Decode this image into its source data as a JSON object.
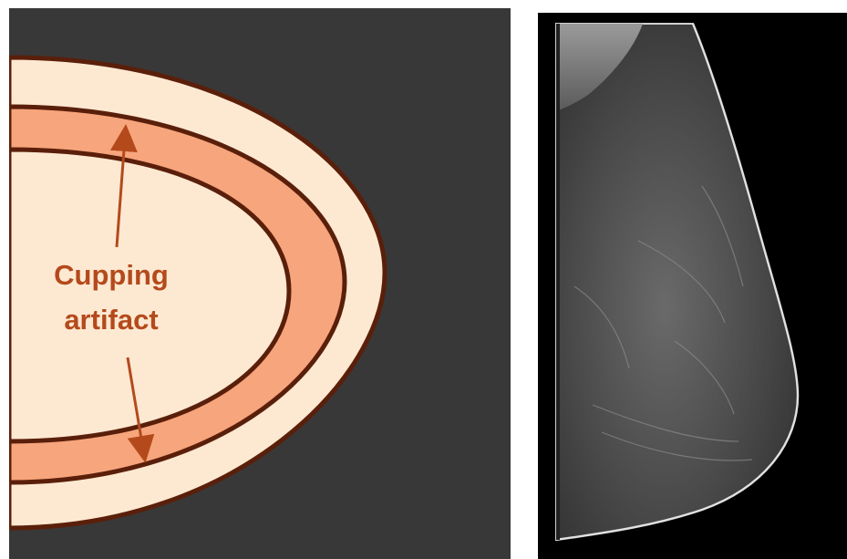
{
  "diagram": {
    "label_line1": "Cupping",
    "label_line2": "artifact",
    "colors": {
      "background": "#383838",
      "outer_ring": "#fde9d2",
      "artifact_band": "#f7a57c",
      "inner_region": "#fde9d2",
      "outline": "#5a1f0a",
      "arrow_and_label": "#b44a1c"
    }
  },
  "image": {
    "description_icon": "breast-ct-slice-image"
  }
}
